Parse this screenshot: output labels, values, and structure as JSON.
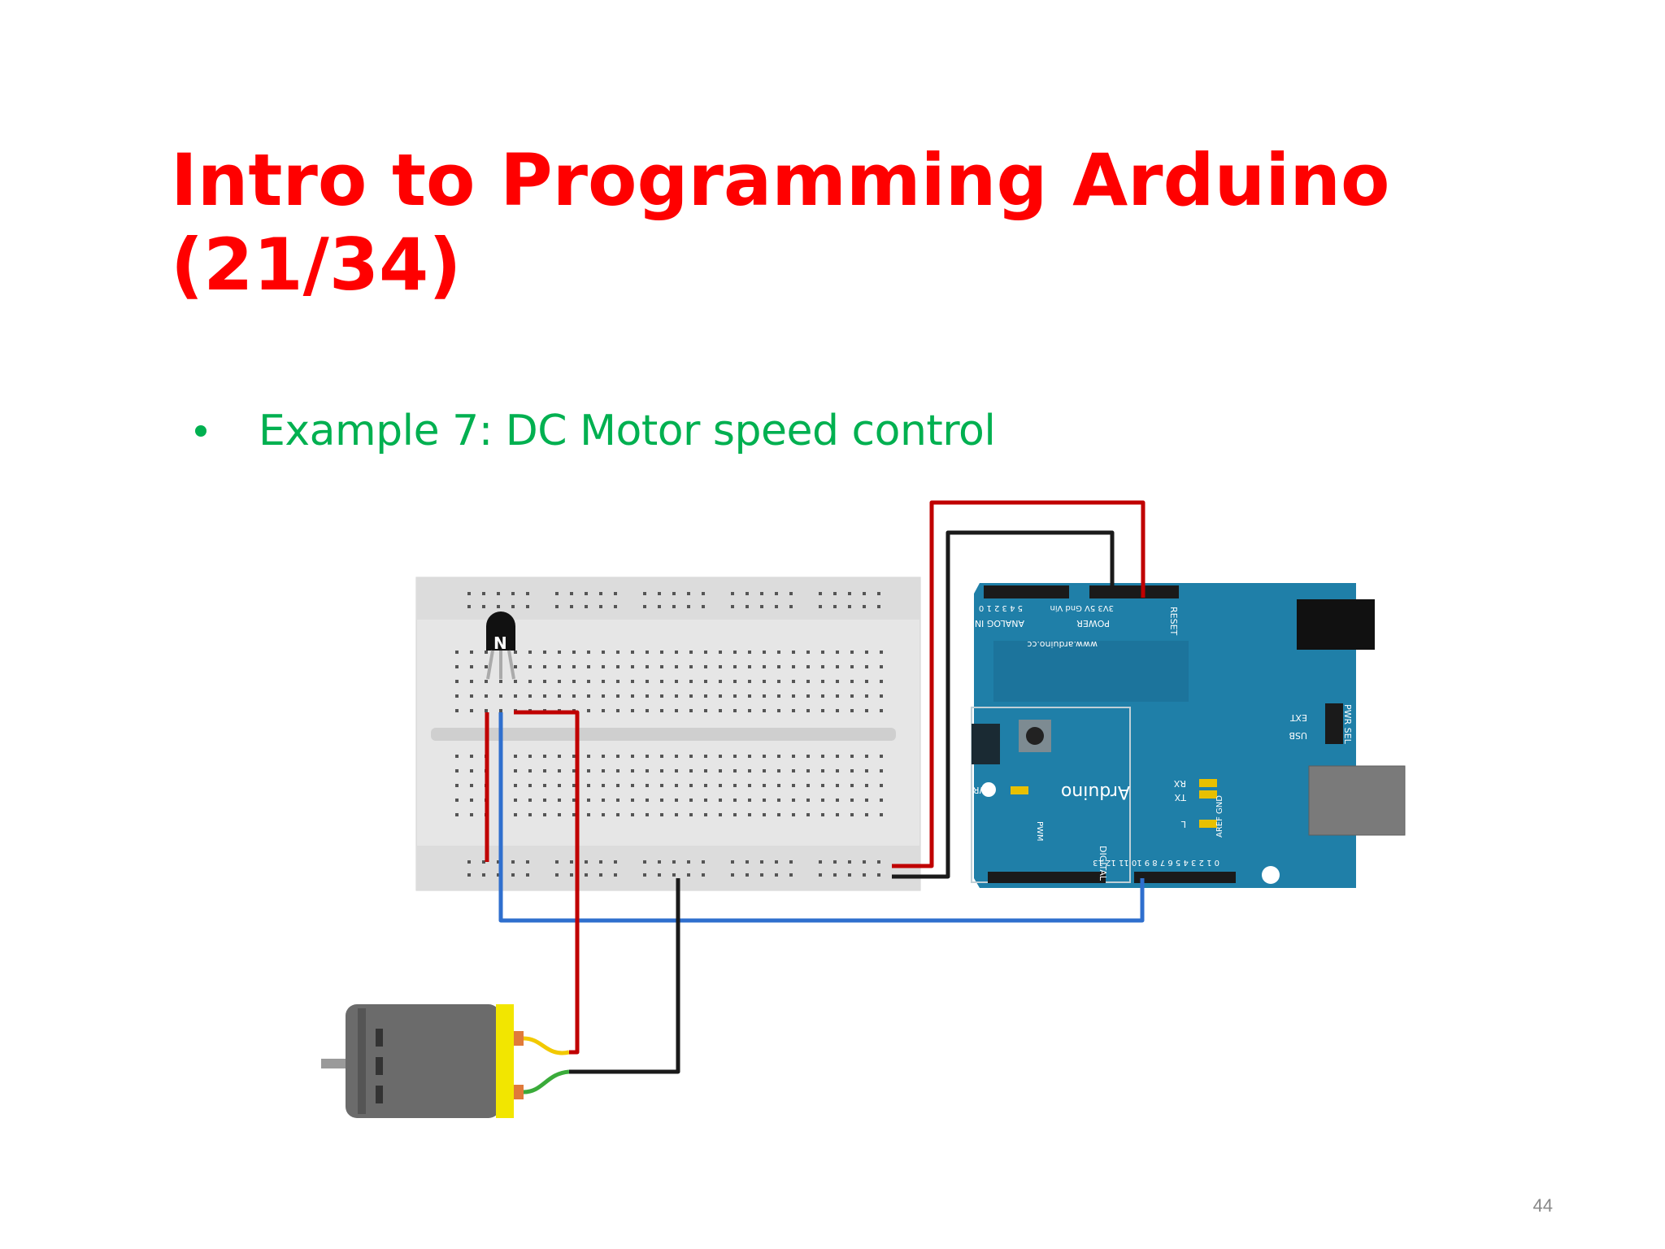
{
  "slide": {
    "title": "Intro to Programming Arduino (21/34)",
    "bullet": "Example 7: DC Motor speed control",
    "page_number": "44"
  },
  "diagram": {
    "transistor_label": "N",
    "arduino_logo": "Arduino",
    "arduino_url": "www.arduino.cc",
    "header_analog": "ANALOG IN",
    "header_power": "POWER",
    "power_pins": "3V3  5V  Gnd  Vin",
    "reset_label": "RESET",
    "analog_pins": "5  4  3  2  1  0",
    "digital_label": "DIGITAL",
    "digital_pins": "0 1 2 3 4 5 6 7  8 9 10 11 12 13",
    "aref_gnd": "AREF  GND",
    "pwr_sel": "PWR SEL",
    "ext": "EXT",
    "usb": "USB",
    "pwr": "PWR",
    "tx": "TX",
    "rx": "RX",
    "l": "L",
    "pwm": "PWM",
    "colors": {
      "board": "#1f7fa8",
      "breadboard": "#e6e6e6",
      "wire_red": "#c00000",
      "wire_black": "#1a1a1a",
      "wire_blue": "#2f6fce",
      "motor_body": "#6b6b6b",
      "motor_cap": "#f2e600"
    }
  }
}
